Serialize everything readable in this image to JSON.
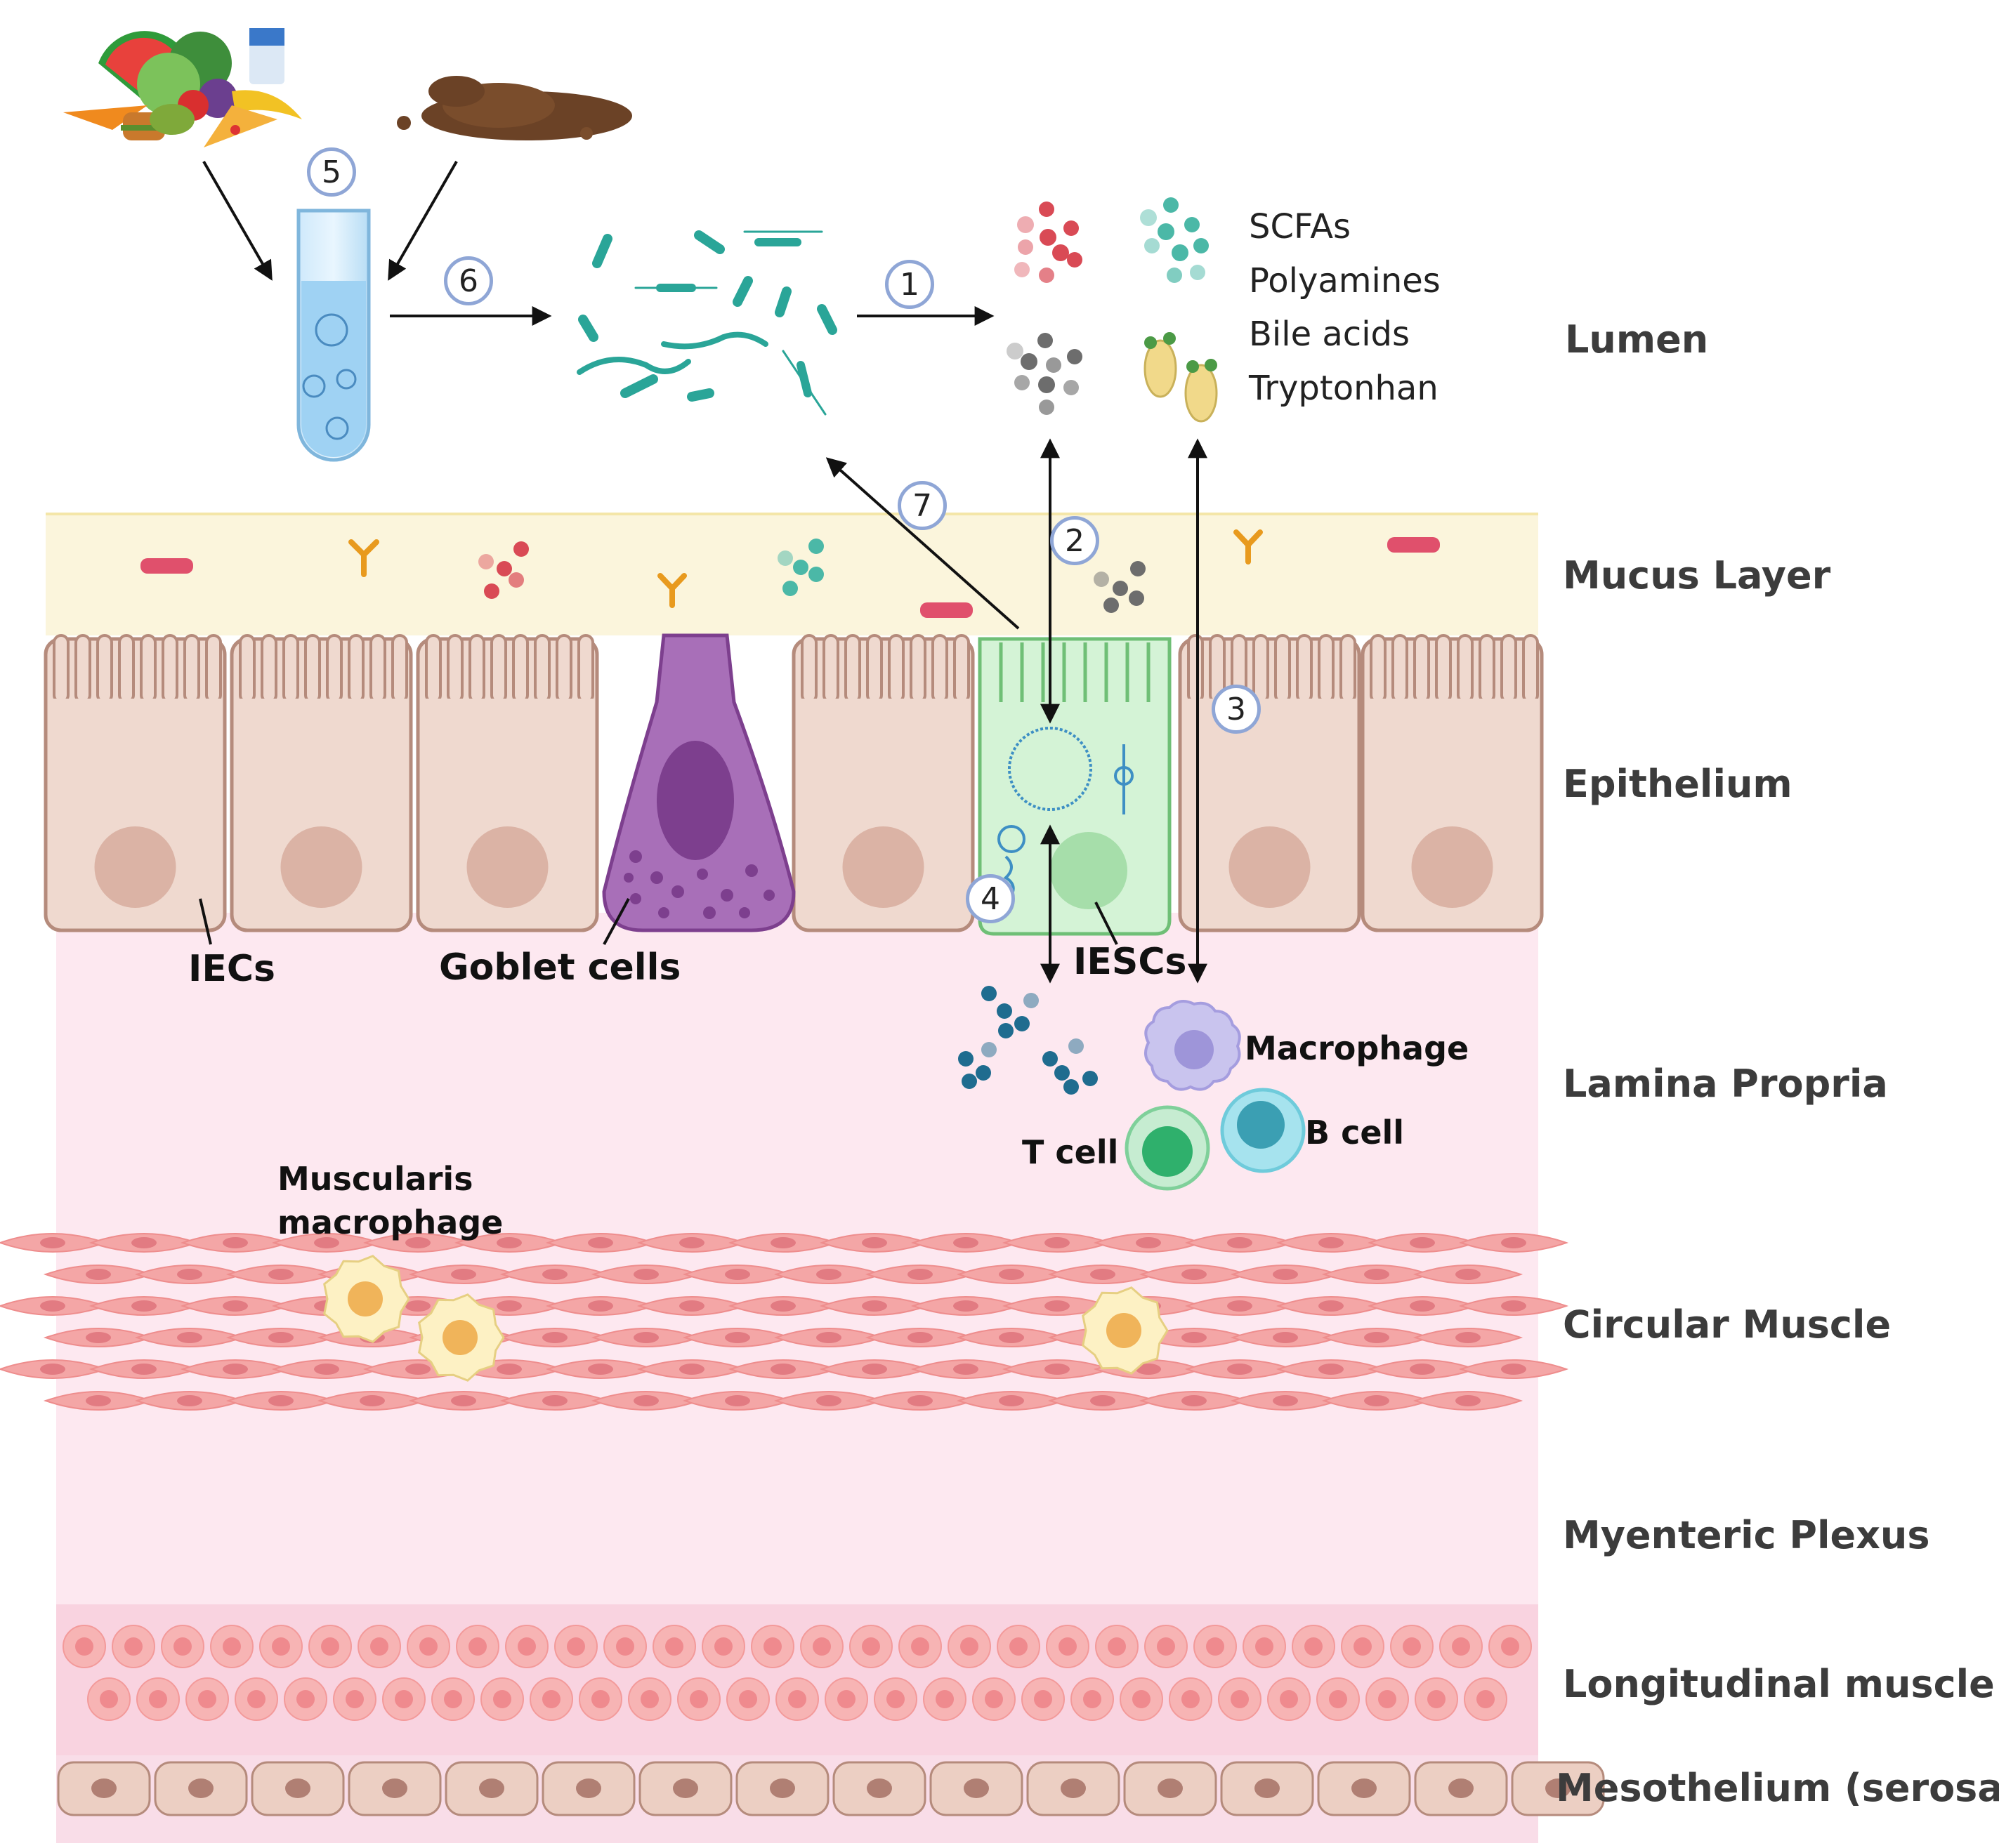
{
  "layers": {
    "lumen": "Lumen",
    "mucus": "Mucus Layer",
    "epithelium": "Epithelium",
    "lamina_propria": "Lamina Propria",
    "circular_muscle": "Circular Muscle",
    "myenteric_plexus": "Myenteric Plexus",
    "longitudinal_muscle": "Longitudinal muscle",
    "mesothelium": "Mesothelium (serosa)"
  },
  "metabolites": [
    "SCFAs",
    "Polyamines",
    "Bile acids",
    "Tryptonhan"
  ],
  "cells": {
    "iecs": "IECs",
    "goblet": "Goblet cells",
    "iescs": "IESCs",
    "macrophage": "Macrophage",
    "t_cell": "T cell",
    "b_cell": "B cell",
    "muscularis_macrophage_line1": "Muscularis",
    "muscularis_macrophage_line2": "macrophage"
  },
  "steps": [
    "1",
    "2",
    "3",
    "4",
    "5",
    "6",
    "7"
  ],
  "colors": {
    "mucus": "#fbf5dc",
    "epithelial_cell": "#efd9cf",
    "epithelial_border": "#b58b7c",
    "goblet": "#a05fb0",
    "stem_cell": "#d4f3d6",
    "lamina_propria": "#fde8f0",
    "muscle_cell": "#f4a6a6",
    "step_border": "#8fa6d6",
    "bacteria": "#2aa598"
  }
}
